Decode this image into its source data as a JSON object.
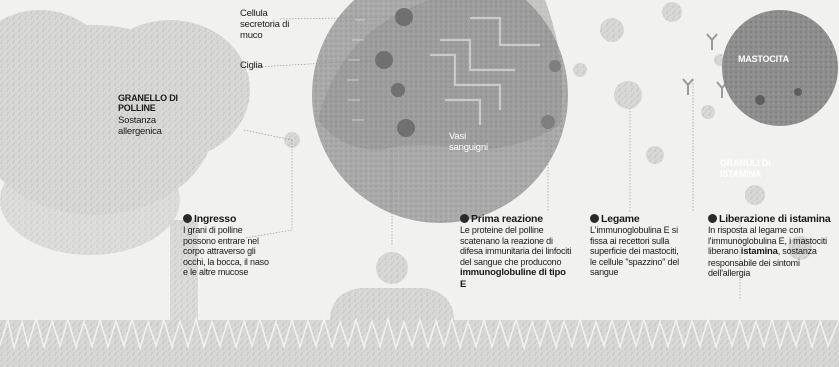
{
  "labels": {
    "cellula": "Cellula secretoria di muco",
    "ciglia": "Ciglia",
    "vasi": "Vasi sanguigni",
    "granello_title": "GRANELLO DI POLLINE",
    "granello_sub": "Sostanza allergenica",
    "mastocita": "MASTOCITA",
    "granuli": "GRANULI DI ISTAMINA"
  },
  "steps": [
    {
      "title": "Ingresso",
      "text": "I grani di polline possono entrare nel corpo attraverso gli occhi, la bocca, il naso e le altre mucose"
    },
    {
      "title": "Prima reazione",
      "text": "Le proteine del polline scatenano la reazione di difesa immunitaria dei linfociti del sangue che producono",
      "bold": "immunoglobuline di tipo E"
    },
    {
      "title": "Legame",
      "text": "L'immunoglobulina E si fissa ai recettori sulla superficie dei mastociti, le cellule \"spazzino\" del sangue"
    },
    {
      "title": "Liberazione di istamina",
      "text_before": "In risposta al legame con l'immunoglobulina E, i mastociti liberano",
      "bold": "istamina",
      "text_after": ", sostanza responsabile dei sintomi dell'allergia"
    }
  ],
  "colors": {
    "background": "#f1f1ef",
    "mastocita": "#7a7a7a",
    "cell_section": "#9a9a9a",
    "leader_line": "#8a8a8a"
  }
}
